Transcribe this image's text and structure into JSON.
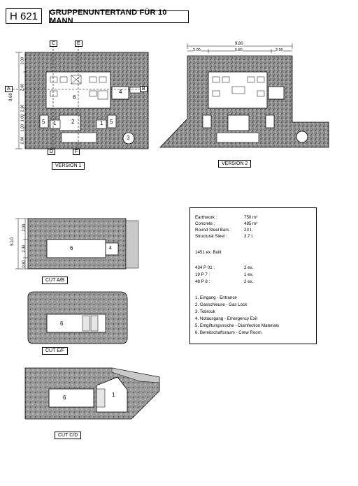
{
  "header": {
    "id": "H 621",
    "title": "GRUPPENUNTERTAND FÜR 10 MANN"
  },
  "captions": {
    "version1": "VERSION 1",
    "version2": "VERSION 2",
    "cut_ab": "CUT A/B",
    "cut_ef": "CUT E/F",
    "cut_cd": "CUT C/D"
  },
  "section_markers": {
    "a": "A",
    "b": "B",
    "c": "C",
    "d": "D",
    "e": "E",
    "f": "F"
  },
  "room_numbers": {
    "r1": "1",
    "r2": "2",
    "r3": "3",
    "r4": "4",
    "r5": "5",
    "r6": "6"
  },
  "dimensions": {
    "v1_top": "2.00",
    "v1_mid": "2.60",
    "v1_total": "9.60",
    "v1_a": "2.30",
    "v1_b": "1.00",
    "v1_c": "1.00",
    "v1_d": "2.00",
    "v2_total": "9.80",
    "v2_left": "2.00",
    "v2_mid": "5.80",
    "v2_right": "2.00",
    "cut_total": "5.10",
    "cut_top": "2.00",
    "cut_mid": "2.30",
    "cut_bottom": "0.80"
  },
  "materials": [
    {
      "label": "Earthwork :",
      "value": "750 m³"
    },
    {
      "label": "Concrete :",
      "value": "485 m³"
    },
    {
      "label": "Round Steel Bars :",
      "value": "23 t."
    },
    {
      "label": "Structural Steel :",
      "value": "3.7 t."
    }
  ],
  "built": "1451 ex. Built",
  "parts": [
    {
      "label": "434 P 01 :",
      "value": "2 ex."
    },
    {
      "label": "19 P 7 :",
      "value": "1 ex."
    },
    {
      "label": "48 P 8 :",
      "value": "2 ex."
    }
  ],
  "rooms_legend": [
    "1. Eingang - Entrance",
    "2. Gasschleuse - Gas Lock",
    "3. Tobrouk",
    "4. Notausgang - Emergency Exit",
    "5. Entgiftungsnische - Disinfection Materials",
    "6. Bereitschaftsraum - Crew Room"
  ]
}
